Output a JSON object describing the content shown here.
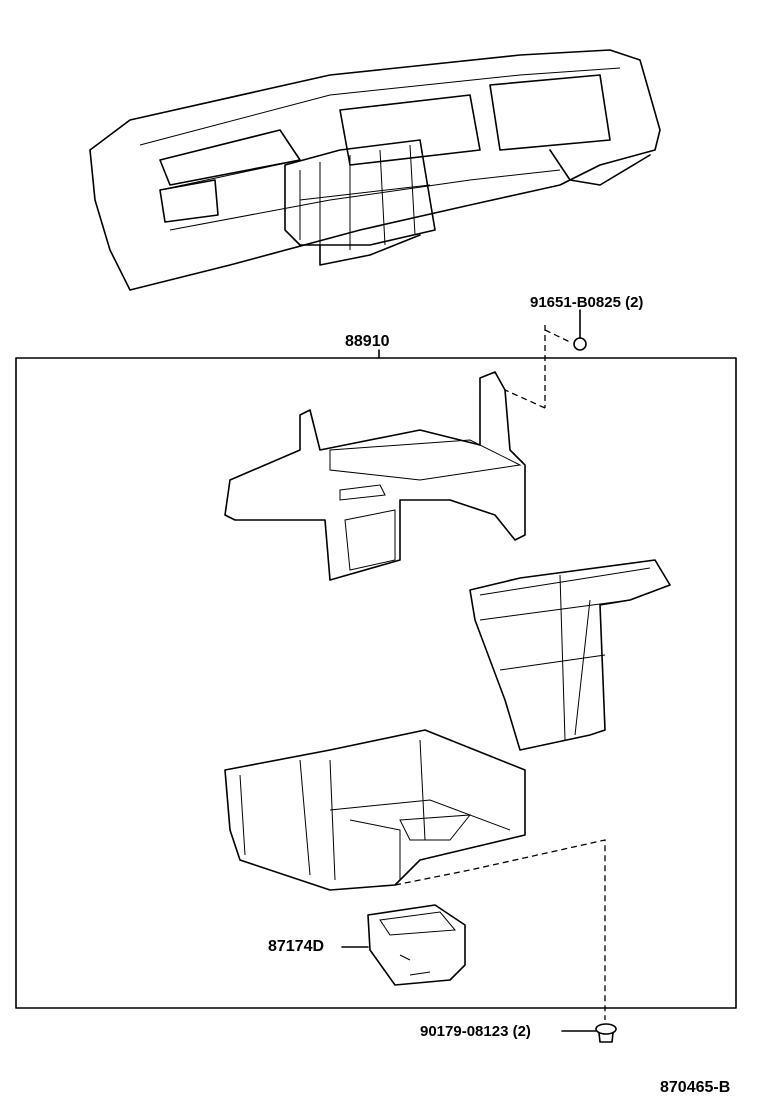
{
  "parts": {
    "bolt": {
      "number": "91651-B0825 (2)"
    },
    "assembly": {
      "number": "88910"
    },
    "damper": {
      "number": "87174D"
    },
    "clip": {
      "number": "90179-08123 (2)"
    }
  },
  "diagram_id": "870465-B",
  "colors": {
    "ink": "#000000",
    "background": "#ffffff"
  }
}
